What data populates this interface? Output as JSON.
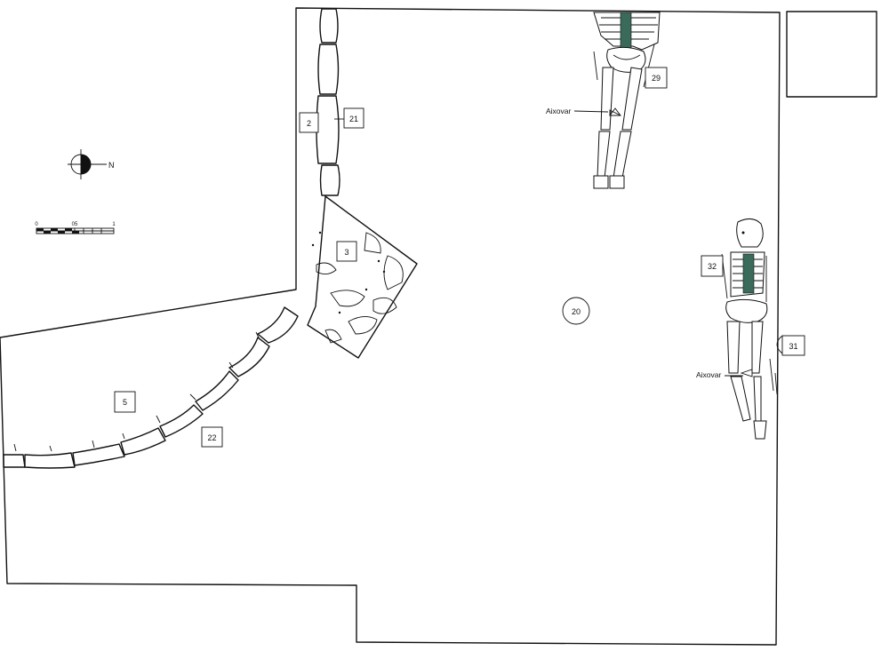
{
  "labels": {
    "u2": "2",
    "u21": "21",
    "u3": "3",
    "u5": "5",
    "u22": "22",
    "u20": "20",
    "u29": "29",
    "u32": "32",
    "u31": "31"
  },
  "annotations": {
    "aixovar_29": "Aixovar",
    "aixovar_32": "Aixovar"
  },
  "north_arrow": {
    "letter": "N",
    "icon": "north-arrow-icon"
  },
  "scale_bar": {
    "ticks": [
      "0",
      "05",
      "1"
    ]
  }
}
